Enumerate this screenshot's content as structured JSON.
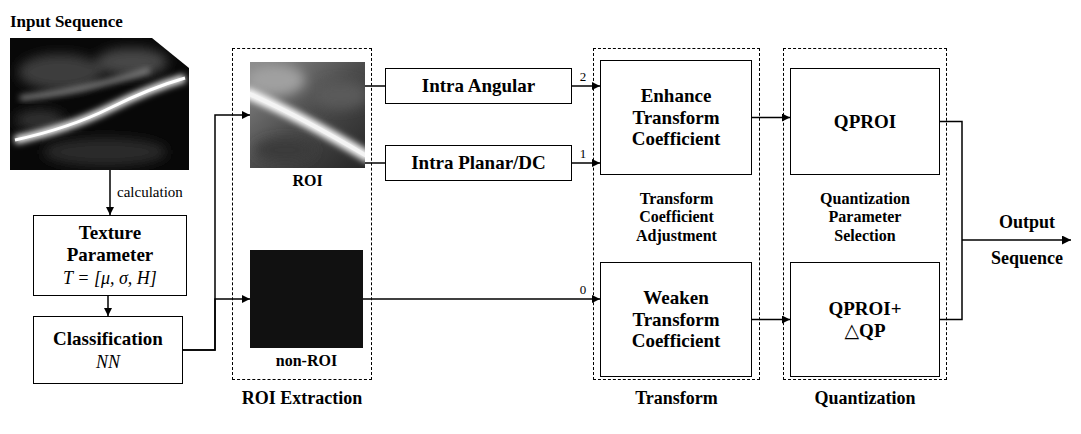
{
  "diagram": {
    "nodes": [
      {
        "text": [
          "Input Sequence"
        ]
      },
      {
        "text": [
          "Texture Parameter",
          "T = [μ, σ, H]"
        ]
      },
      {
        "text": [
          "Classification",
          "NN"
        ]
      },
      {
        "text": [
          "ROI Extraction"
        ]
      },
      {
        "text": [
          "ROI"
        ],
        "in": 3
      },
      {
        "text": [
          "non-ROI"
        ],
        "in": 3
      },
      {
        "text": [
          "Intra Angular"
        ]
      },
      {
        "text": [
          "Intra Planar/DC"
        ]
      },
      {
        "text": [
          "Transform",
          "Transform Coefficient Adjustment"
        ]
      },
      {
        "text": [
          "Enhance Transform Coefficient"
        ],
        "in": 8
      },
      {
        "text": [
          "Weaken Transform Coefficient"
        ],
        "in": 8
      },
      {
        "text": [
          "Quantization",
          "Quantization Parameter Selection"
        ]
      },
      {
        "text": [
          "QPROI"
        ],
        "in": 11
      },
      {
        "text": [
          "QPROI+ △QP"
        ],
        "in": 11
      }
    ],
    "edges": [
      {
        "from": 0,
        "to": 1,
        "arrow": "to",
        "label": "calculation"
      },
      {
        "from": 1,
        "to": 2,
        "arrow": "to"
      },
      {
        "from": 2,
        "to": 4,
        "arrow": "to"
      },
      {
        "from": 2,
        "to": 5,
        "arrow": "to"
      },
      {
        "from": 4,
        "to": 6,
        "arrow": "none"
      },
      {
        "from": 4,
        "to": 7,
        "arrow": "none"
      },
      {
        "from": 6,
        "to": 9,
        "arrow": "to",
        "label": "2"
      },
      {
        "from": 7,
        "to": 9,
        "arrow": "to",
        "label": "1"
      },
      {
        "from": 5,
        "to": 10,
        "arrow": "to",
        "label": "0"
      },
      {
        "from": 9,
        "to": 12,
        "arrow": "to"
      },
      {
        "from": 10,
        "to": 13,
        "arrow": "to"
      }
    ],
    "labels": [
      "Output Sequence"
    ]
  }
}
